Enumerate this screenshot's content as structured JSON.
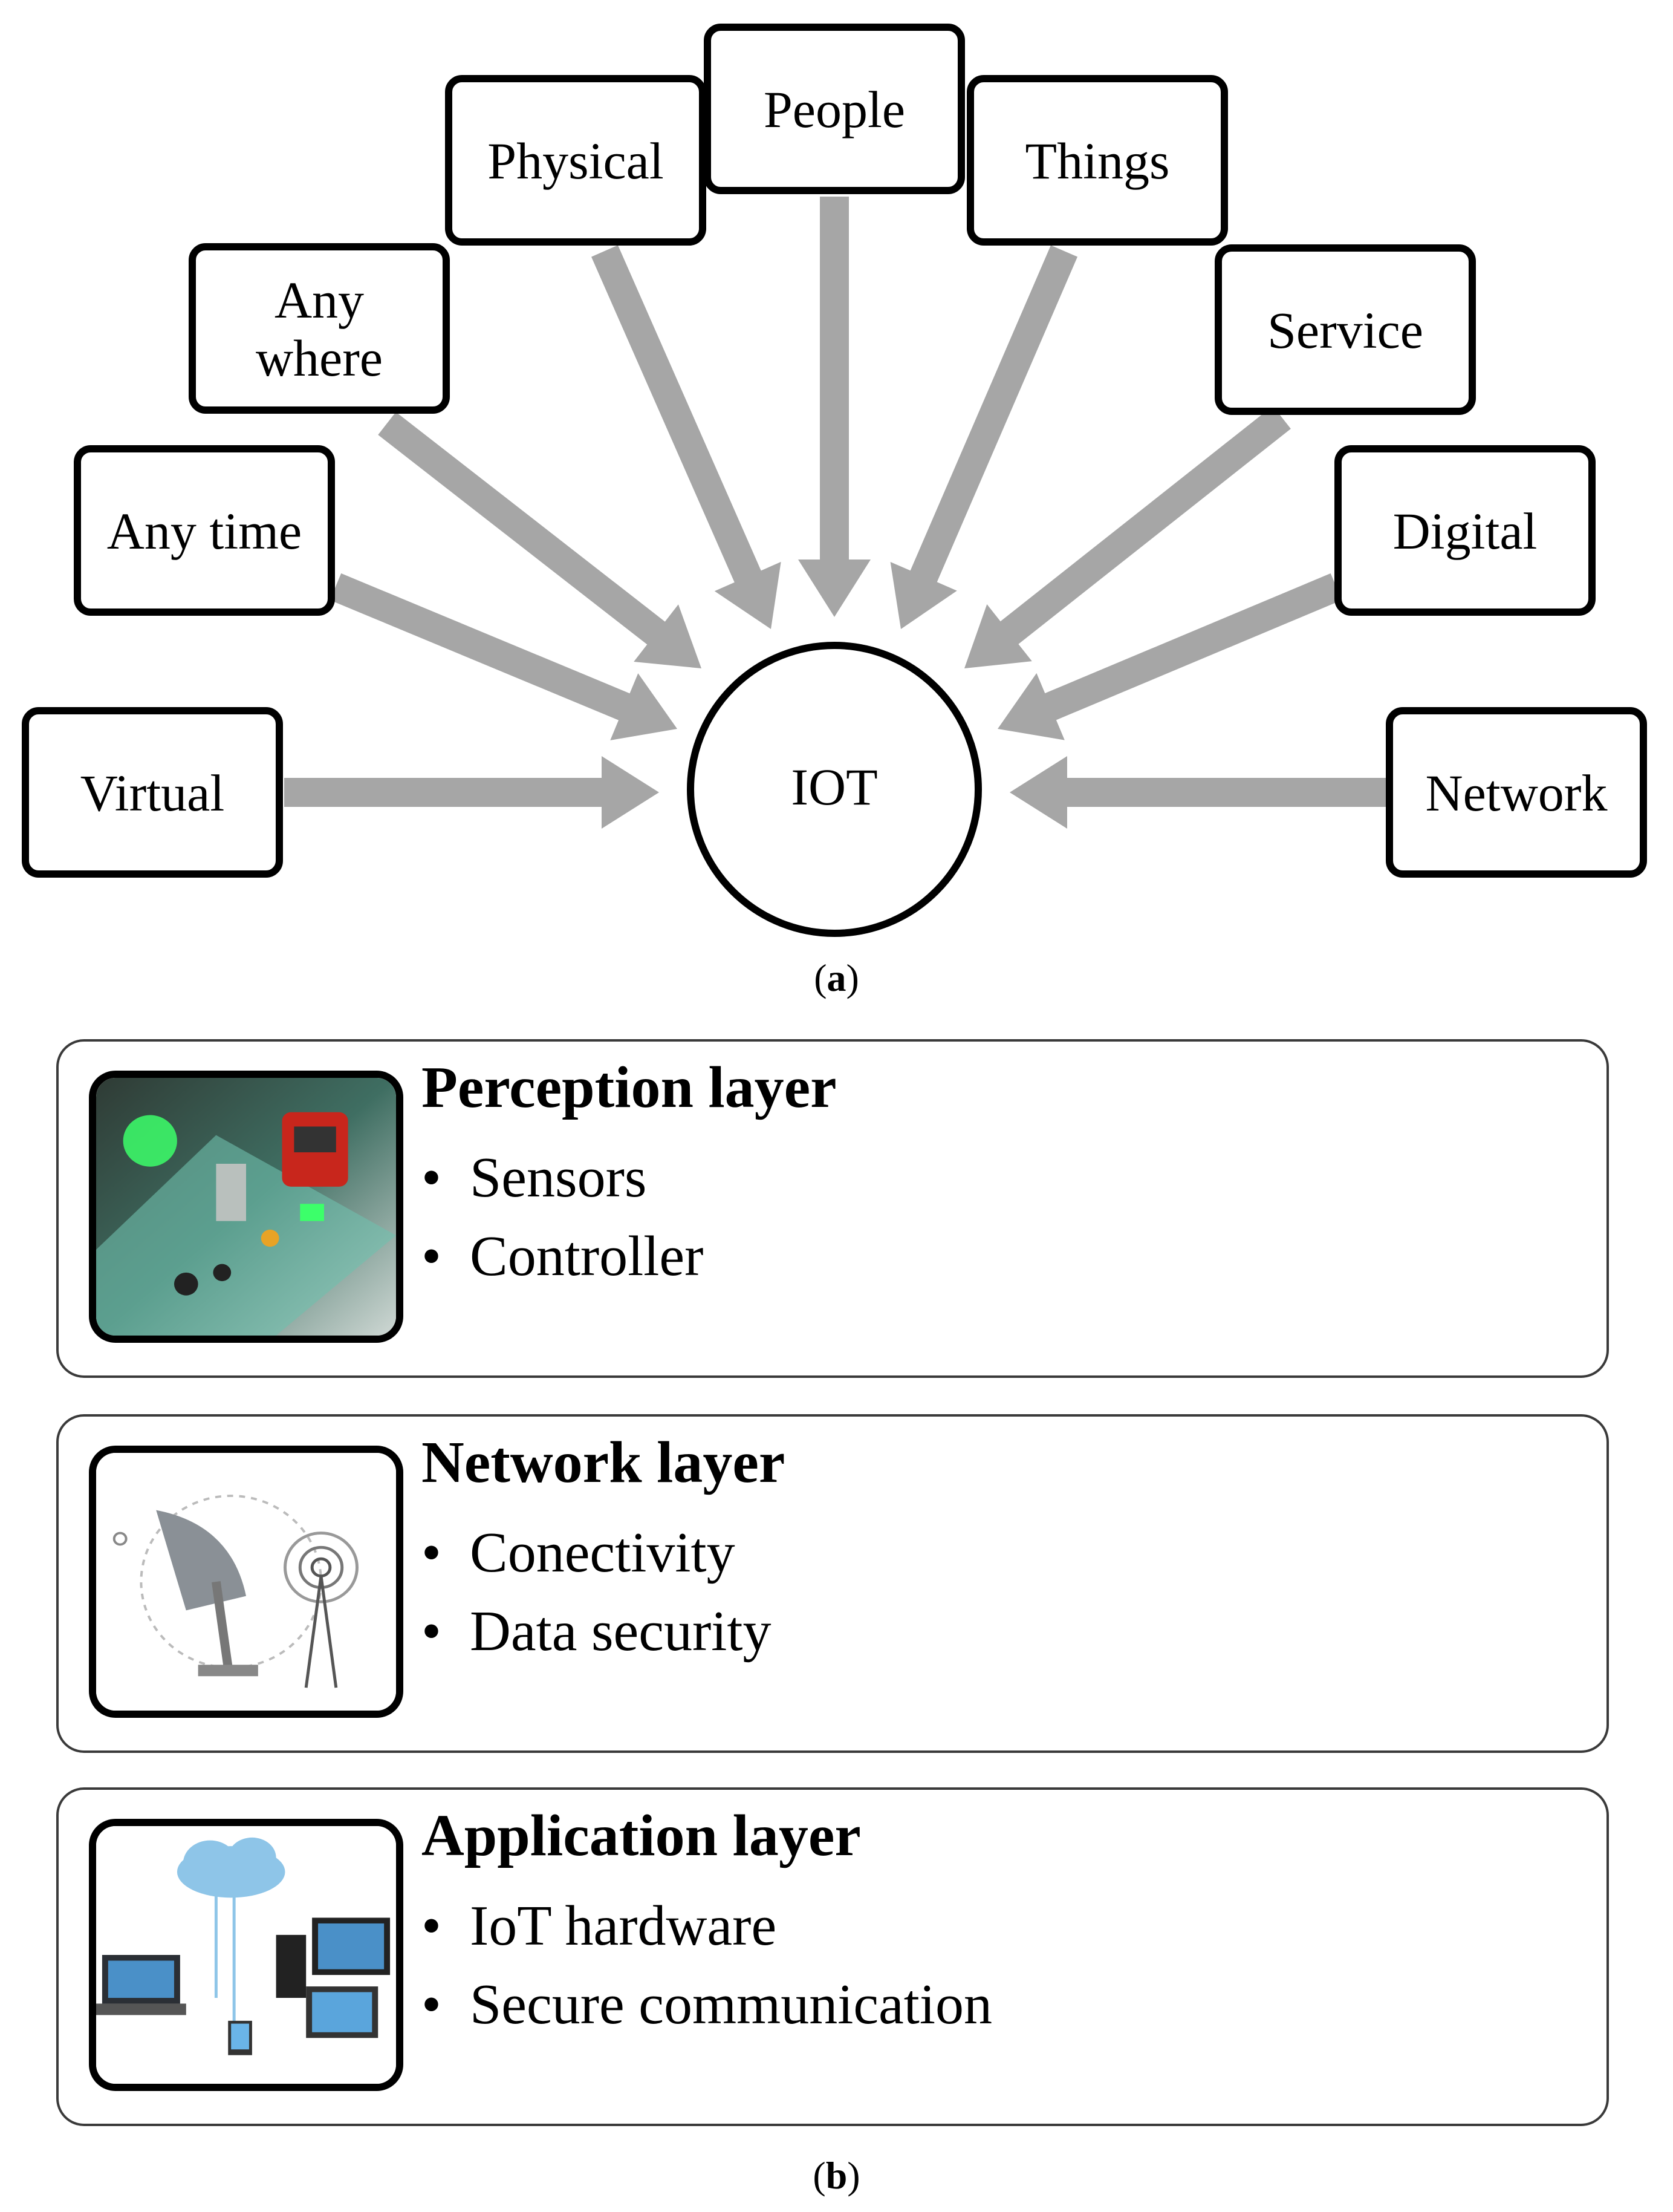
{
  "center": {
    "label": "IOT"
  },
  "sources": [
    {
      "key": "virtual",
      "label": "Virtual"
    },
    {
      "key": "any-time",
      "label": "Any time"
    },
    {
      "key": "any-where",
      "label": "Any\nwhere"
    },
    {
      "key": "physical",
      "label": "Physical"
    },
    {
      "key": "people",
      "label": "People"
    },
    {
      "key": "things",
      "label": "Things"
    },
    {
      "key": "service",
      "label": "Service"
    },
    {
      "key": "digital",
      "label": "Digital"
    },
    {
      "key": "network",
      "label": "Network"
    }
  ],
  "captions": {
    "a": "a",
    "b": "b"
  },
  "layers": [
    {
      "key": "perception",
      "title": "Perception layer",
      "items": [
        "Sensors",
        "Controller"
      ],
      "image": "industrial-sensor-controller-photo"
    },
    {
      "key": "network",
      "title": "Network layer",
      "items": [
        "Conectivity",
        "Data security"
      ],
      "image": "satellite-dish-antenna-illustration"
    },
    {
      "key": "application",
      "title": "Application layer",
      "items": [
        "IoT hardware",
        "Secure communication"
      ],
      "image": "cloud-connected-devices-illustration"
    }
  ],
  "colors": {
    "arrow": "#a6a6a6",
    "box_border": "#000000",
    "layer_border": "#3a3a3a"
  }
}
